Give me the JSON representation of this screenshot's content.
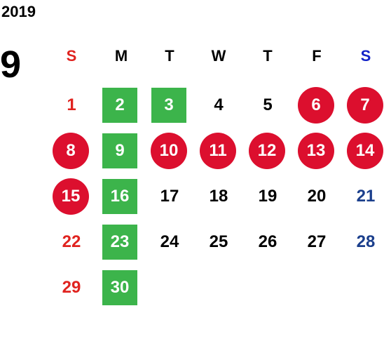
{
  "year": "2019",
  "month": "9",
  "weekdays": [
    "S",
    "M",
    "T",
    "W",
    "T",
    "F",
    "S"
  ],
  "weeks": [
    [
      {
        "d": ""
      },
      {
        "d": ""
      },
      {
        "d": ""
      },
      {
        "d": ""
      },
      {
        "d": ""
      },
      {
        "d": ""
      },
      {
        "d": ""
      }
    ],
    [
      {
        "d": "1"
      },
      {
        "d": "2"
      },
      {
        "d": "3"
      },
      {
        "d": "4"
      },
      {
        "d": "5"
      },
      {
        "d": "6"
      },
      {
        "d": "7"
      }
    ],
    [
      {
        "d": "8"
      },
      {
        "d": "9"
      },
      {
        "d": "10"
      },
      {
        "d": "11"
      },
      {
        "d": "12"
      },
      {
        "d": "13"
      },
      {
        "d": "14"
      }
    ],
    [
      {
        "d": "15"
      },
      {
        "d": "16"
      },
      {
        "d": "17"
      },
      {
        "d": "18"
      },
      {
        "d": "19"
      },
      {
        "d": "20"
      },
      {
        "d": "21"
      }
    ],
    [
      {
        "d": "22"
      },
      {
        "d": "23"
      },
      {
        "d": "24"
      },
      {
        "d": "25"
      },
      {
        "d": "26"
      },
      {
        "d": "27"
      },
      {
        "d": "28"
      }
    ],
    [
      {
        "d": "29"
      },
      {
        "d": "30"
      }
    ]
  ],
  "colors": {
    "holiday_circle": "#dc0f2e",
    "highlight_square": "#3cb44b",
    "sunday": "#e0231f",
    "saturday_header": "#1323c8",
    "saturday": "#1b3f8c"
  }
}
